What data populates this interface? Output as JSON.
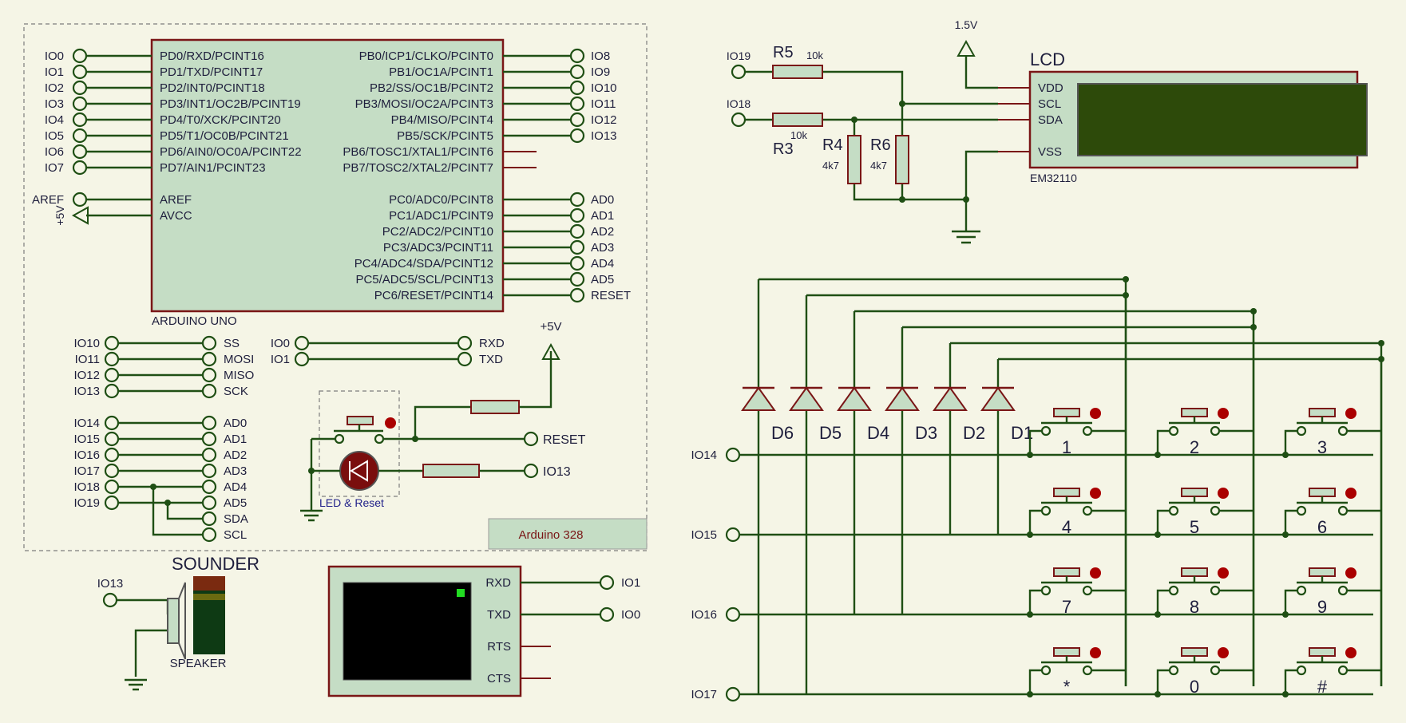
{
  "arduino": {
    "chip_label": "ARDUINO UNO",
    "board_label": "Arduino 328",
    "left_pins": [
      "PD0/RXD/PCINT16",
      "PD1/TXD/PCINT17",
      "PD2/INT0/PCINT18",
      "PD3/INT1/OC2B/PCINT19",
      "PD4/T0/XCK/PCINT20",
      "PD5/T1/OC0B/PCINT21",
      "PD6/AIN0/OC0A/PCINT22",
      "PD7/AIN1/PCINT23"
    ],
    "left_nets": [
      "IO0",
      "IO1",
      "IO2",
      "IO3",
      "IO4",
      "IO5",
      "IO6",
      "IO7"
    ],
    "aref_pin": "AREF",
    "avcc_pin": "AVCC",
    "aref_net": "AREF",
    "avcc_net": "+5V",
    "right_pins_b": [
      "PB0/ICP1/CLKO/PCINT0",
      "PB1/OC1A/PCINT1",
      "PB2/SS/OC1B/PCINT2",
      "PB3/MOSI/OC2A/PCINT3",
      "PB4/MISO/PCINT4",
      "PB5/SCK/PCINT5",
      "PB6/TOSC1/XTAL1/PCINT6",
      "PB7/TOSC2/XTAL2/PCINT7"
    ],
    "right_nets_b": [
      "IO8",
      "IO9",
      "IO10",
      "IO11",
      "IO12",
      "IO13",
      "",
      ""
    ],
    "right_pins_c": [
      "PC0/ADC0/PCINT8",
      "PC1/ADC1/PCINT9",
      "PC2/ADC2/PCINT10",
      "PC3/ADC3/PCINT11",
      "PC4/ADC4/SDA/PCINT12",
      "PC5/ADC5/SCL/PCINT13",
      "PC6/RESET/PCINT14"
    ],
    "right_nets_c": [
      "AD0",
      "AD1",
      "AD2",
      "AD3",
      "AD4",
      "AD5",
      "RESET"
    ]
  },
  "aliases": {
    "spi": [
      [
        "IO10",
        "SS"
      ],
      [
        "IO11",
        "MOSI"
      ],
      [
        "IO12",
        "MISO"
      ],
      [
        "IO13",
        "SCK"
      ]
    ],
    "uart": [
      [
        "IO0",
        "RXD"
      ],
      [
        "IO1",
        "TXD"
      ]
    ],
    "analog": [
      [
        "IO14",
        "AD0"
      ],
      [
        "IO15",
        "AD1"
      ],
      [
        "IO16",
        "AD2"
      ],
      [
        "IO17",
        "AD3"
      ],
      [
        "IO18",
        "AD4"
      ],
      [
        "IO19",
        "AD5"
      ]
    ],
    "i2c": [
      "SDA",
      "SCL"
    ]
  },
  "led_reset": {
    "label": "LED & Reset",
    "supply": "+5V",
    "reset_net": "RESET",
    "led_net": "IO13"
  },
  "sounder": {
    "title": "SOUNDER",
    "label": "SPEAKER",
    "net": "IO13"
  },
  "terminal": {
    "pins": [
      "RXD",
      "TXD",
      "RTS",
      "CTS"
    ],
    "nets": [
      "IO1",
      "IO0"
    ]
  },
  "lcd": {
    "title": "LCD",
    "part": "EM32110",
    "supply": "1.5V",
    "pins": [
      "VDD",
      "SCL",
      "SDA",
      "VSS"
    ],
    "nets": [
      "IO19",
      "IO18"
    ],
    "resistors": [
      {
        "ref": "R5",
        "value": "10k"
      },
      {
        "ref": "R3",
        "value": "10k"
      },
      {
        "ref": "R4",
        "value": "4k7"
      },
      {
        "ref": "R6",
        "value": "4k7"
      }
    ]
  },
  "keypad": {
    "row_nets": [
      "IO14",
      "IO15",
      "IO16",
      "IO17"
    ],
    "diodes": [
      "D6",
      "D5",
      "D4",
      "D3",
      "D2",
      "D1"
    ],
    "keys": [
      [
        "1",
        "2",
        "3"
      ],
      [
        "4",
        "5",
        "6"
      ],
      [
        "7",
        "8",
        "9"
      ],
      [
        "*",
        "0",
        "#"
      ]
    ]
  }
}
